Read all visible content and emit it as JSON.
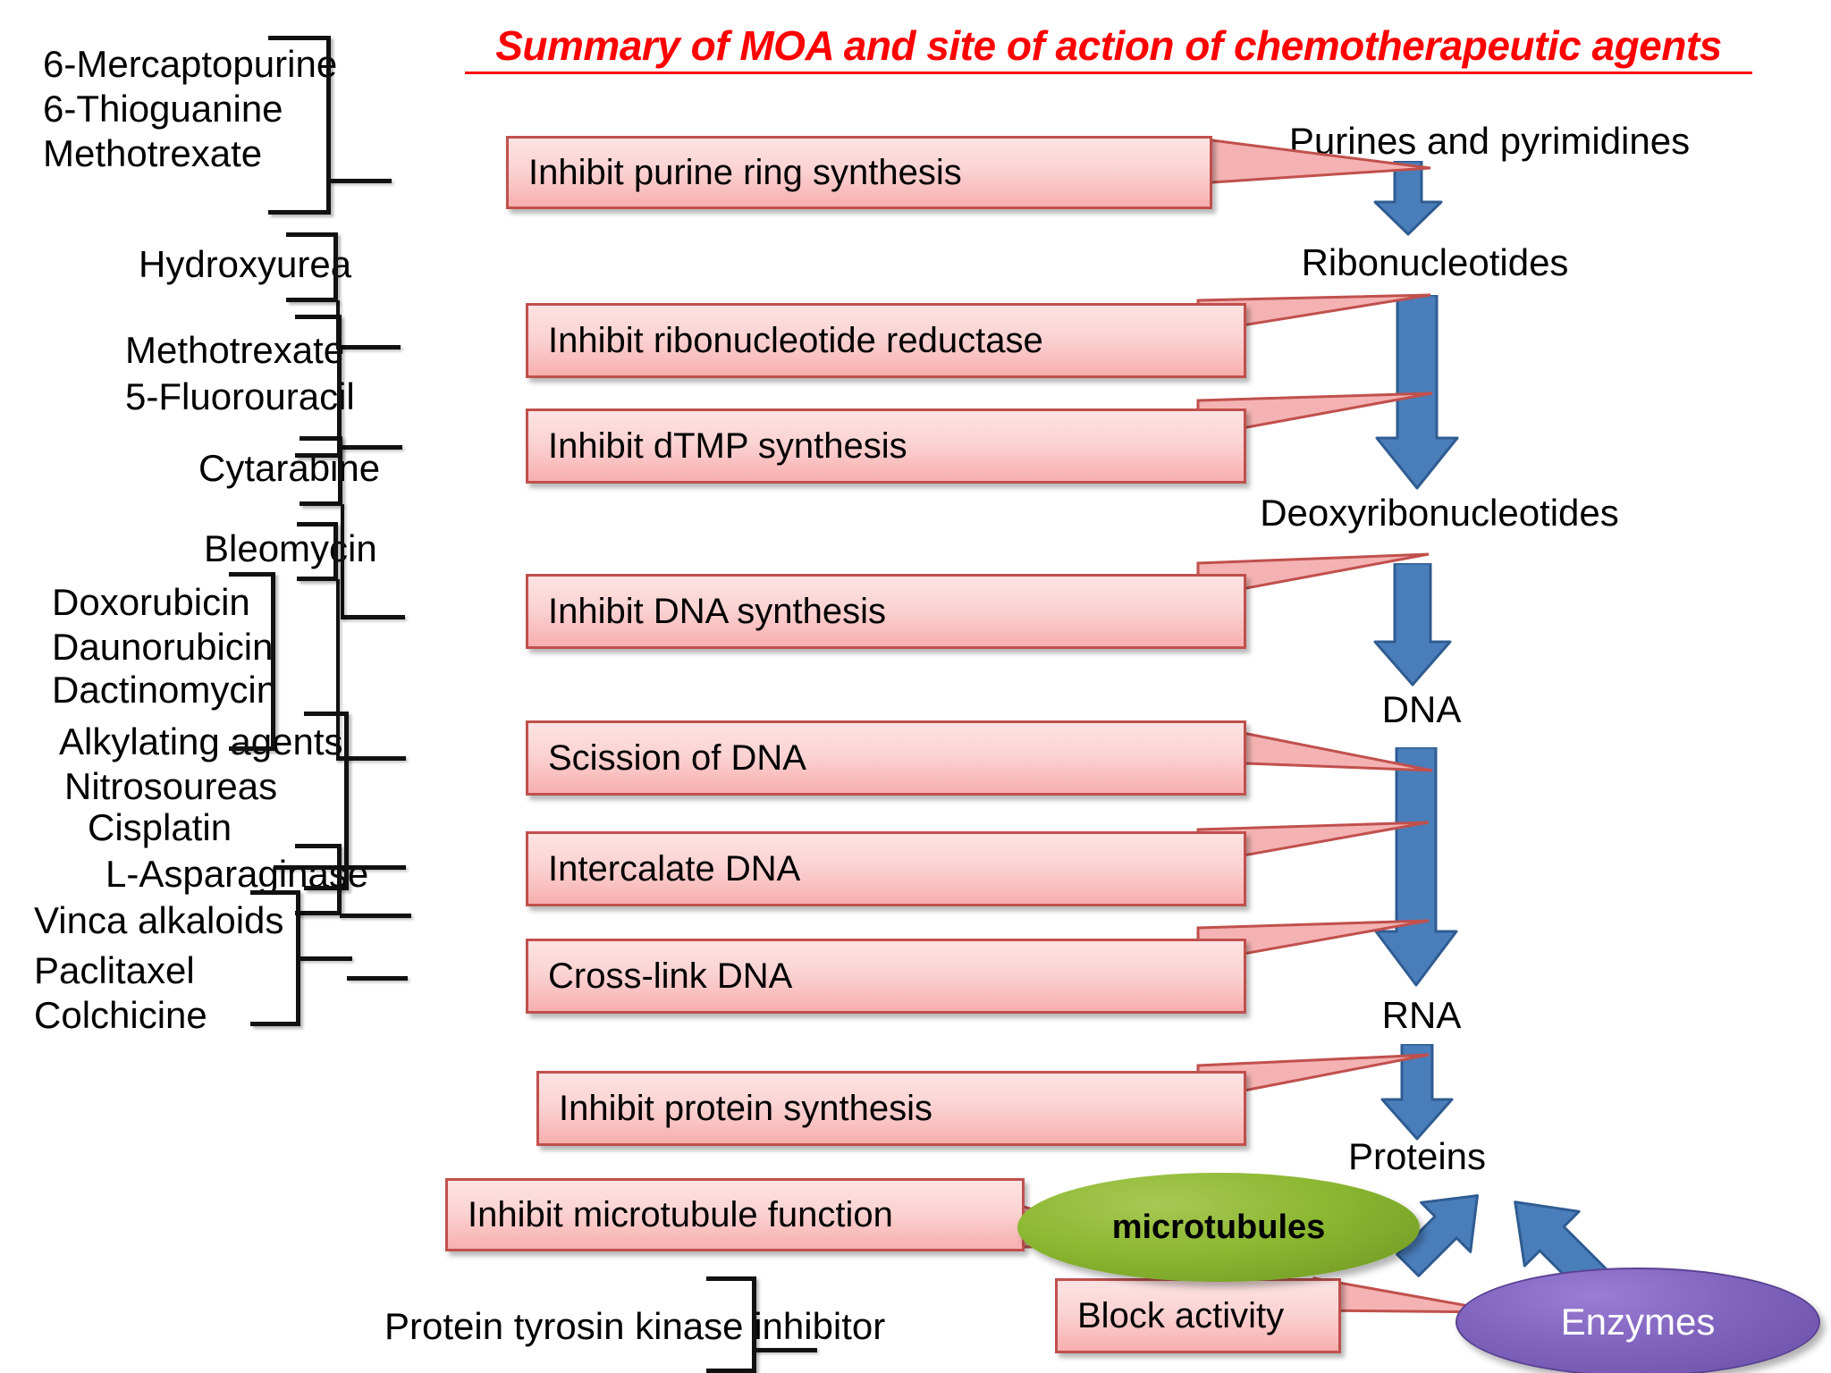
{
  "title": "Summary of MOA and site of action of chemotherapeutic agents",
  "colors": {
    "title": "#FF0000",
    "callout_fill": "#FBD3D3",
    "callout_border": "#C0504D",
    "arrow_fill": "#4A7EBB",
    "arrow_border": "#2F5C91",
    "microtubules_ellipse": "#8CB832",
    "enzymes_ellipse": "#8064BE",
    "bracket": "#111111"
  },
  "drug_groups": [
    {
      "id": "antimetabolites-purine",
      "drugs": [
        "6-Mercaptopurine",
        "6-Thioguanine",
        "Methotrexate"
      ]
    },
    {
      "id": "hydroxyurea",
      "drugs": [
        "Hydroxyurea"
      ]
    },
    {
      "id": "dtmp",
      "drugs": [
        "Methotrexate",
        "5-Fluorouracil"
      ]
    },
    {
      "id": "cytarabine",
      "drugs": [
        "Cytarabine"
      ]
    },
    {
      "id": "bleomycin",
      "drugs": [
        "Bleomycin"
      ]
    },
    {
      "id": "anthracyclines",
      "drugs": [
        "Doxorubicin",
        "Daunorubicin",
        "Dactinomycin"
      ]
    },
    {
      "id": "alkylators",
      "drugs": [
        "Alkylating agents",
        "Nitrosoureas",
        "Cisplatin"
      ]
    },
    {
      "id": "asparaginase",
      "drugs": [
        "L-Asparaginase"
      ]
    },
    {
      "id": "microtubule-agents",
      "drugs": [
        "Vinca alkaloids",
        "Paclitaxel",
        "Colchicine"
      ]
    },
    {
      "id": "tki",
      "drugs": [
        "Protein tyrosin kinase inhibitor"
      ]
    }
  ],
  "mechanisms": [
    {
      "id": "purine-ring",
      "label": "Inhibit purine ring synthesis"
    },
    {
      "id": "ribonucleotide-reductase",
      "label": "Inhibit ribonucleotide reductase"
    },
    {
      "id": "dtmp-synthesis",
      "label": "Inhibit dTMP synthesis"
    },
    {
      "id": "dna-synthesis",
      "label": "Inhibit DNA synthesis"
    },
    {
      "id": "scission-dna",
      "label": "Scission of DNA"
    },
    {
      "id": "intercalate-dna",
      "label": "Intercalate DNA"
    },
    {
      "id": "cross-link-dna",
      "label": "Cross-link DNA"
    },
    {
      "id": "protein-synthesis",
      "label": "Inhibit protein synthesis"
    },
    {
      "id": "microtubule-function",
      "label": "Inhibit microtubule function"
    },
    {
      "id": "block-activity",
      "label": "Block activity"
    }
  ],
  "pathway": [
    {
      "id": "purines-pyrimidines",
      "label": "Purines and pyrimidines"
    },
    {
      "id": "ribonucleotides",
      "label": "Ribonucleotides"
    },
    {
      "id": "deoxyribonucleotides",
      "label": "Deoxyribonucleotides"
    },
    {
      "id": "dna",
      "label": "DNA"
    },
    {
      "id": "rna",
      "label": "RNA"
    },
    {
      "id": "proteins",
      "label": "Proteins"
    }
  ],
  "targets": [
    {
      "id": "microtubules",
      "label": "microtubules"
    },
    {
      "id": "enzymes",
      "label": "Enzymes"
    }
  ]
}
